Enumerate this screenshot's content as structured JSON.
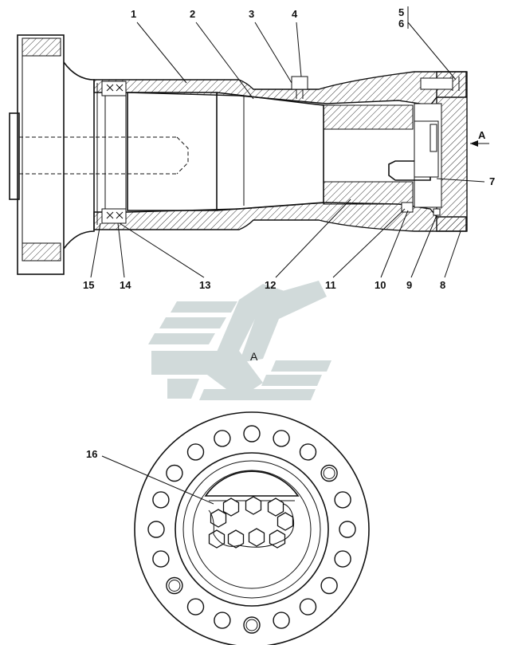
{
  "callouts": {
    "c1": "1",
    "c2": "2",
    "c3": "3",
    "c4": "4",
    "c5": "5",
    "c6": "6",
    "c7": "7",
    "c8": "8",
    "c9": "9",
    "c10": "10",
    "c11": "11",
    "c12": "12",
    "c13": "13",
    "c14": "14",
    "c15": "15",
    "c16": "16"
  },
  "view_arrow_label": "A",
  "view_title": "A",
  "colors": {
    "line": "#111111",
    "hatch": "#333333",
    "watermark": "#c9d4d4"
  },
  "icons": {
    "watermark": "logo-watermark-icon",
    "view_arrow": "arrow-left-icon"
  }
}
